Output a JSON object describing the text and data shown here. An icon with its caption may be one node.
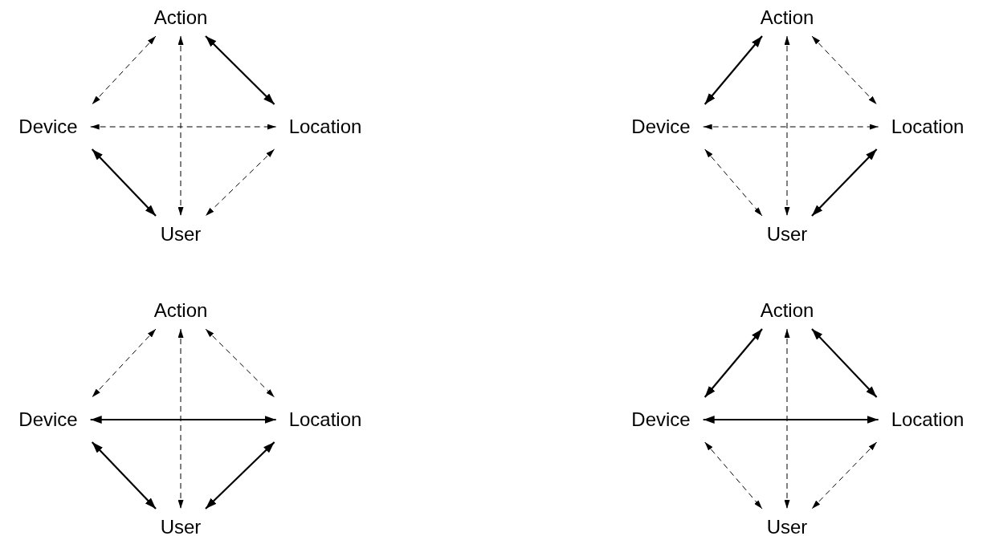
{
  "diagram": {
    "nodes": [
      {
        "text": [
          "Action"
        ]
      },
      {
        "text": [
          "Device"
        ]
      },
      {
        "text": [
          "Location"
        ]
      },
      {
        "text": [
          "User"
        ]
      },
      {
        "text": [
          "Action"
        ]
      },
      {
        "text": [
          "Device"
        ]
      },
      {
        "text": [
          "Location"
        ]
      },
      {
        "text": [
          "User"
        ]
      },
      {
        "text": [
          "Action"
        ]
      },
      {
        "text": [
          "Device"
        ]
      },
      {
        "text": [
          "Location"
        ]
      },
      {
        "text": [
          "User"
        ]
      },
      {
        "text": [
          "Action"
        ]
      },
      {
        "text": [
          "Device"
        ]
      },
      {
        "text": [
          "Location"
        ]
      },
      {
        "text": [
          "User"
        ]
      }
    ],
    "edges": [
      {
        "from": 0,
        "to": 1,
        "arrow": "both",
        "style": "dashed"
      },
      {
        "from": 0,
        "to": 3,
        "arrow": "both",
        "style": "dashed"
      },
      {
        "from": 0,
        "to": 2,
        "arrow": "both"
      },
      {
        "from": 1,
        "to": 2,
        "arrow": "both",
        "style": "dashed"
      },
      {
        "from": 1,
        "to": 3,
        "arrow": "both"
      },
      {
        "from": 2,
        "to": 3,
        "arrow": "both",
        "style": "dashed"
      },
      {
        "from": 4,
        "to": 5,
        "arrow": "both"
      },
      {
        "from": 4,
        "to": 7,
        "arrow": "both",
        "style": "dashed"
      },
      {
        "from": 4,
        "to": 6,
        "arrow": "both",
        "style": "dashed"
      },
      {
        "from": 5,
        "to": 6,
        "arrow": "both",
        "style": "dashed"
      },
      {
        "from": 5,
        "to": 7,
        "arrow": "both",
        "style": "dashed"
      },
      {
        "from": 6,
        "to": 7,
        "arrow": "both"
      },
      {
        "from": 8,
        "to": 9,
        "arrow": "both",
        "style": "dashed"
      },
      {
        "from": 8,
        "to": 11,
        "arrow": "both",
        "style": "dashed"
      },
      {
        "from": 8,
        "to": 10,
        "arrow": "both",
        "style": "dashed"
      },
      {
        "from": 9,
        "to": 10,
        "arrow": "both"
      },
      {
        "from": 9,
        "to": 11,
        "arrow": "both"
      },
      {
        "from": 10,
        "to": 11,
        "arrow": "both"
      },
      {
        "from": 12,
        "to": 13,
        "arrow": "both"
      },
      {
        "from": 12,
        "to": 15,
        "arrow": "both",
        "style": "dashed"
      },
      {
        "from": 12,
        "to": 14,
        "arrow": "both"
      },
      {
        "from": 13,
        "to": 14,
        "arrow": "both"
      },
      {
        "from": 13,
        "to": 15,
        "arrow": "both",
        "style": "dashed"
      },
      {
        "from": 14,
        "to": 15,
        "arrow": "both",
        "style": "dashed"
      }
    ]
  }
}
